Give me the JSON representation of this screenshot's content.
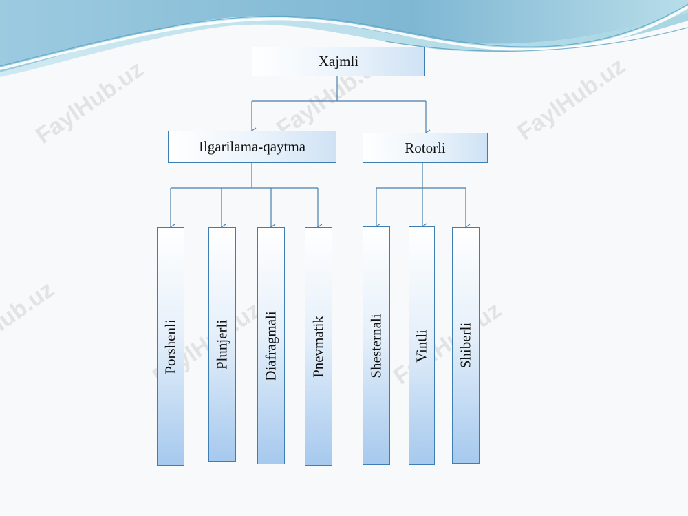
{
  "colors": {
    "box_border": "#3d7fb5",
    "connector": "#4a7fab",
    "wave_dark": "#7fb7d3",
    "wave_light": "#c9e6ef"
  },
  "diagram": {
    "root": {
      "label": "Xajmli"
    },
    "branches": [
      {
        "label": "Ilgarilama-qaytma",
        "children": [
          "Porshenli",
          "Plunjerli",
          "Diafragmali",
          "Pnevmatik"
        ]
      },
      {
        "label": "Rotorli",
        "children": [
          "Shesternali",
          "Vintli",
          "Shiberli"
        ]
      }
    ]
  },
  "watermark": {
    "text": "FaylHub.uz"
  }
}
